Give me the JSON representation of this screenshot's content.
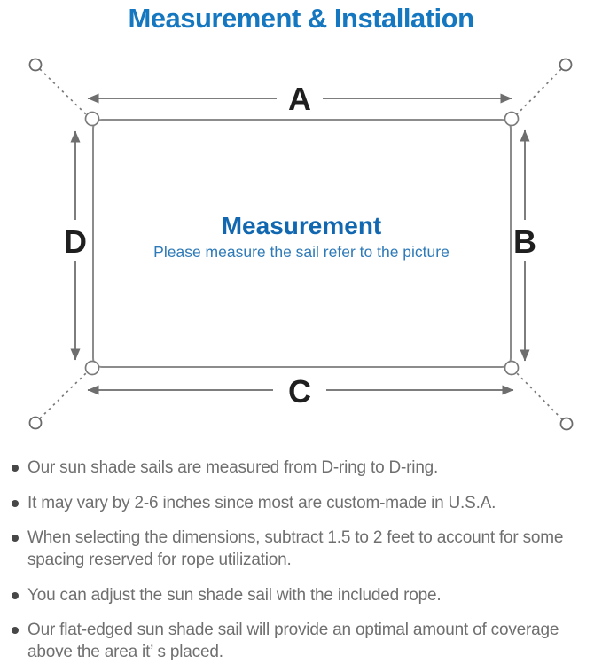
{
  "page": {
    "title": "Measurement & Installation"
  },
  "diagram": {
    "title": "Measurement",
    "subtitle": "Please measure the sail refer to the picture",
    "dimension_labels": {
      "top": "A",
      "right": "B",
      "bottom": "C",
      "left": "D"
    }
  },
  "notes": {
    "items": [
      "Our sun shade sails are measured from D-ring to D-ring.",
      "It may vary by 2-6 inches since most are custom-made in U.S.A.",
      "When selecting the dimensions, subtract 1.5 to 2 feet to account for some spacing reserved for rope utilization.",
      "You can adjust the sun shade sail with the included rope.",
      "Our flat-edged sun shade sail will provide an optimal amount of coverage above the area it’ s placed."
    ]
  },
  "colors": {
    "title_blue": "#1577c0",
    "diagram_title_blue": "#1268b0",
    "diagram_subtitle_blue": "#2e7ab8",
    "line_gray": "#7d7d7d",
    "label_black": "#1f1f1f",
    "note_text_gray": "#6f6f6f",
    "bullet_gray": "#474747"
  }
}
